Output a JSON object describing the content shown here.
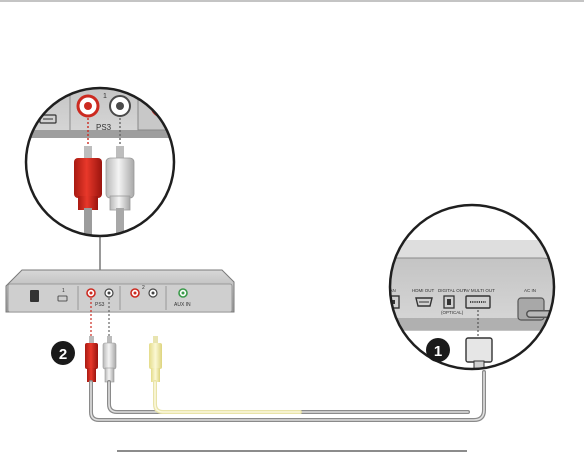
{
  "zoom_left": {
    "port_number": "1",
    "port_group_label": "PS3"
  },
  "device": {
    "port_number_1": "1",
    "port_number_2": "2",
    "port_group_label": "PS3",
    "aux_label": "AUX IN"
  },
  "zoom_right": {
    "lan_label": "LAN",
    "hdmi_label": "HDMI OUT",
    "optical_label_line1": "DIGITAL OUT",
    "optical_label_line2": "(OPTICAL)",
    "avmulti_label": "AV MULTI OUT",
    "acin_label": "AC IN"
  },
  "steps": {
    "step1": "1",
    "step2": "2"
  },
  "colors": {
    "red_plug": "#d42a1f",
    "white_plug": "#e8e8e8",
    "yellow_plug": "#f4f0b8",
    "device_body": "#b8b8b8",
    "marker": "#1a1a1a"
  }
}
